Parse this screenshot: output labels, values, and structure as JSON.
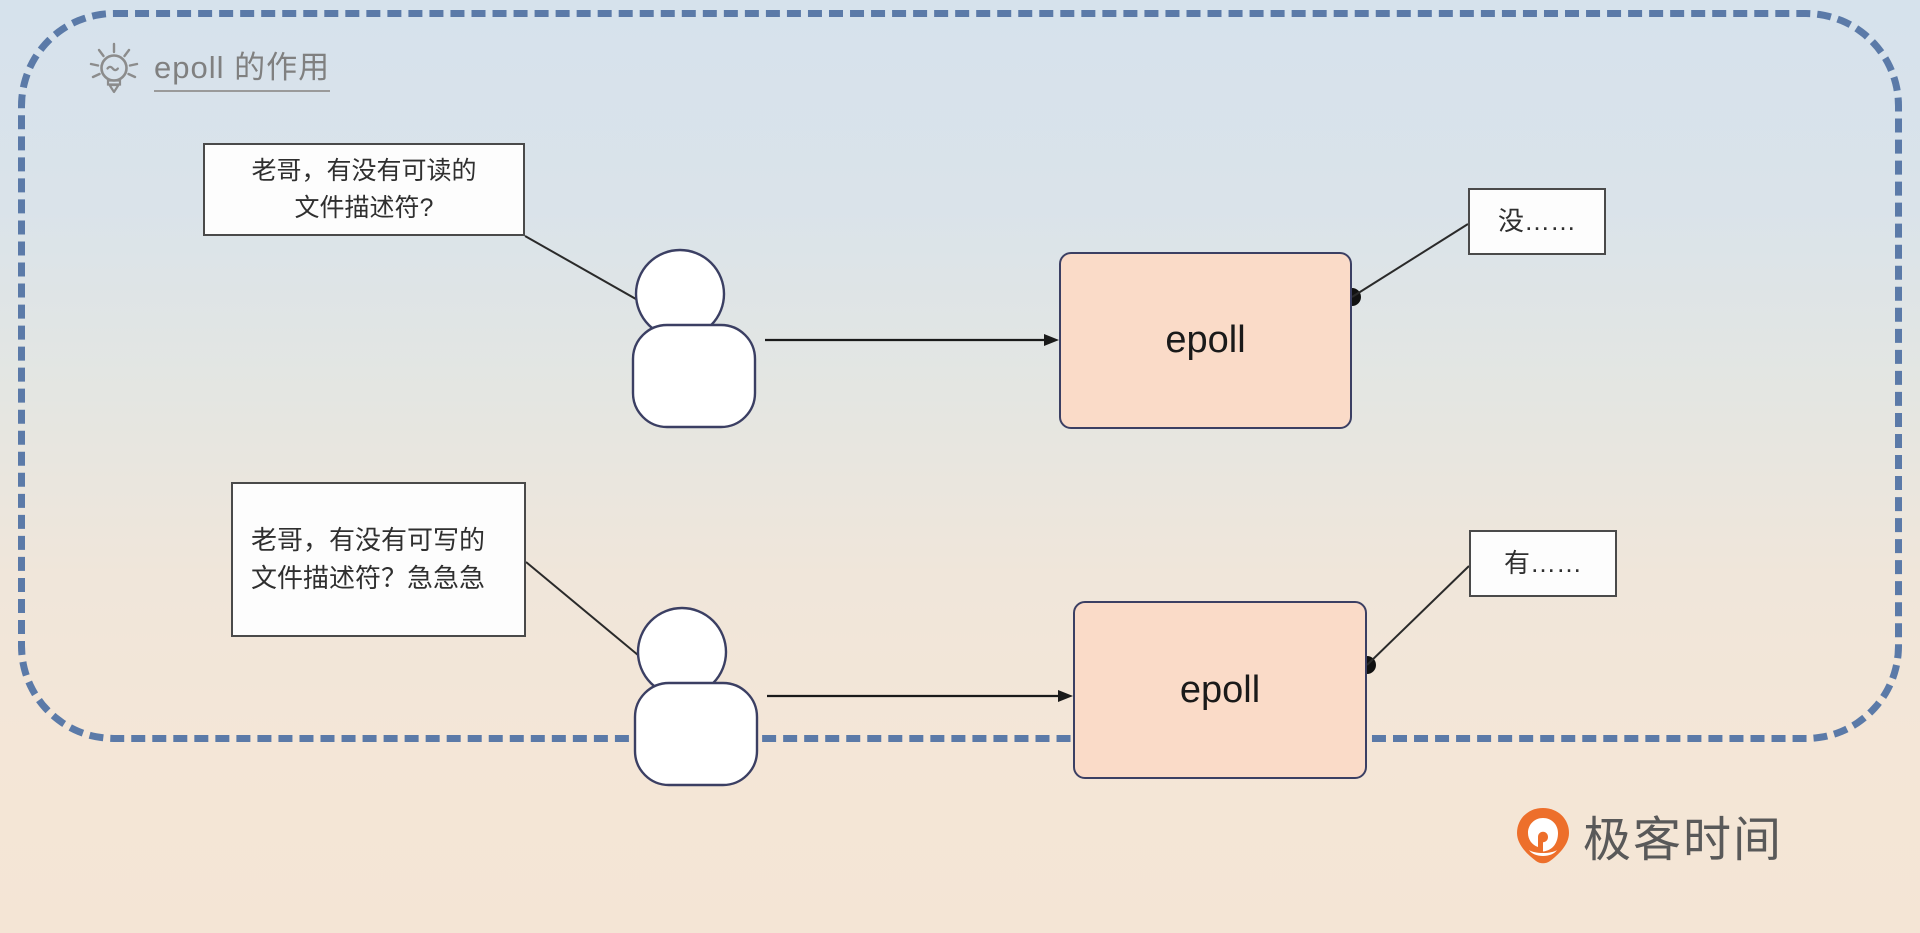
{
  "slide": {
    "title": "epoll 的作用",
    "title_icon": "lightbulb-icon",
    "background_top_color": "#d6e2ec",
    "background_bottom_color": "#f4e5d5",
    "frame_border_color": "#5b7aa8"
  },
  "rows": [
    {
      "id": "read",
      "question_line1": "老哥，有没有可读的",
      "question_line2": "文件描述符?",
      "process_label": "epoll",
      "answer": "没……"
    },
    {
      "id": "write",
      "question_line1": "老哥，有没有可写的",
      "question_line2": "文件描述符？急急急",
      "process_label": "epoll",
      "answer": "有……"
    }
  ],
  "palette": {
    "epoll_fill": "#fadbc8",
    "epoll_stroke": "#3b3f63",
    "callout_fill": "#fdfdfd",
    "callout_stroke": "#4a4a4a",
    "actor_stroke": "#3b3f63",
    "brand_orange": "#ed6f2b",
    "title_gray": "#808080"
  },
  "brand": {
    "name": "极客时间",
    "mark": "geektime-logo-icon"
  }
}
